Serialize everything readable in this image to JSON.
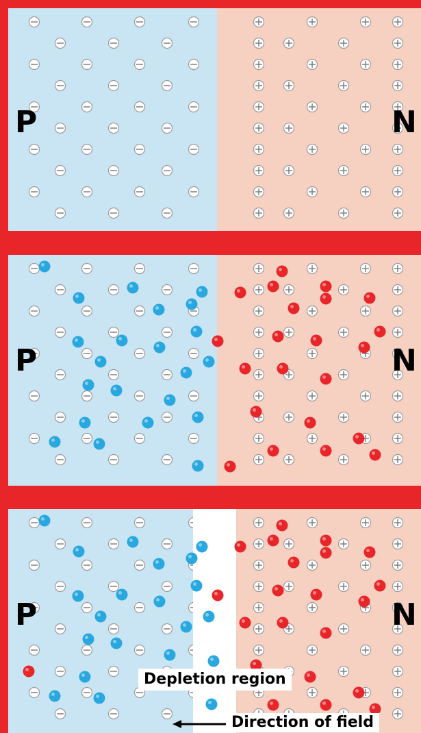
{
  "panels": [
    {
      "p_label": "P",
      "n_label": "N"
    },
    {
      "p_label": "P",
      "n_label": "N"
    },
    {
      "p_label": "P",
      "n_label": "N"
    }
  ],
  "depletion_label": "Depletion region",
  "field_label": "Direction of field",
  "colors": {
    "frame": "#e8262a",
    "p_region": "#c9e4f3",
    "n_region": "#f6d0c1",
    "depletion": "#ffffff",
    "electron": "#29a8e0",
    "hole": "#e8262a"
  }
}
